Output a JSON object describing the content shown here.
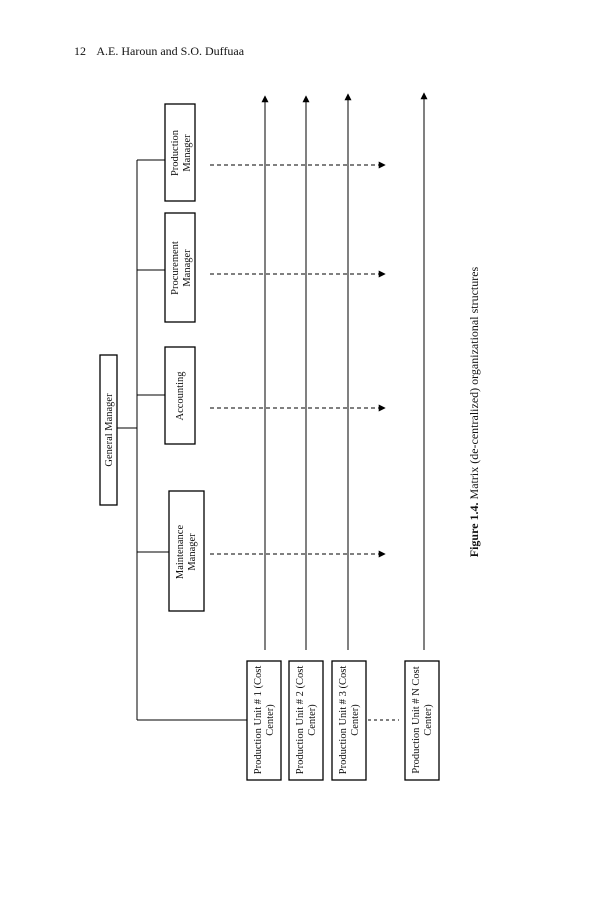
{
  "header": {
    "page_number": "12",
    "authors": "A.E. Haroun and S.O. Duffuaa"
  },
  "figure": {
    "general_manager": "General Manager",
    "functional_units": [
      [
        "Production",
        "Manager"
      ],
      [
        "Procurement",
        "Manager"
      ],
      [
        "Accounting"
      ],
      [
        "Maintenance",
        "Manager"
      ]
    ],
    "production_units": [
      [
        "Production Unit # 1 (Cost",
        "Center)"
      ],
      [
        "Production Unit # 2 (Cost",
        "Center)"
      ],
      [
        "Production Unit # 3 (Cost",
        "Center)"
      ],
      [
        "Production Unit # N Cost",
        "Center)"
      ]
    ],
    "caption_label": "Figure 1.4.",
    "caption_text": " Matrix (de-centralized) organizational structures"
  }
}
